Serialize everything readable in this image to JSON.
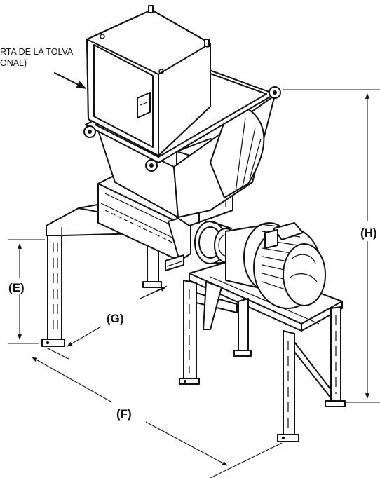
{
  "callout": {
    "line1": "RTA DE LA TOLVA",
    "line2": "ONAL)"
  },
  "dimensions": {
    "E": "(E)",
    "F": "(F)",
    "G": "(G)",
    "H": "(H)"
  }
}
